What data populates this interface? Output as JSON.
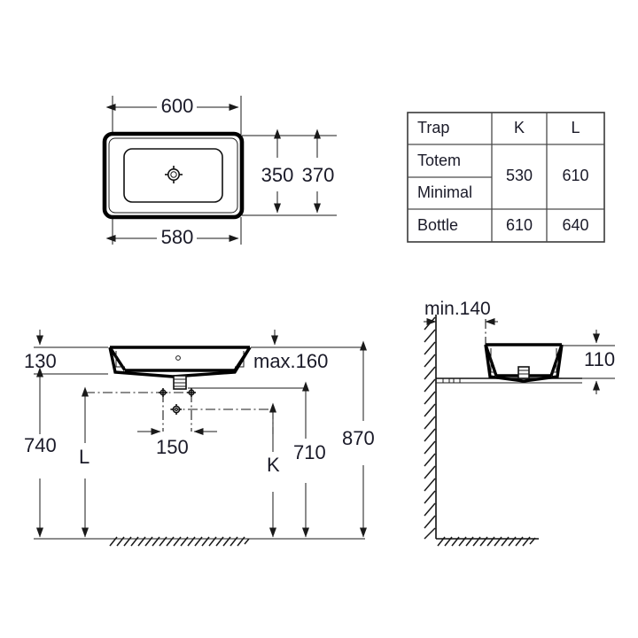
{
  "drawing": {
    "title": "Washbasin technical dimension drawing",
    "units": "mm",
    "line_color": "#1a1a1a",
    "text_color": "#1a1a28",
    "background": "#ffffff"
  },
  "top_view": {
    "name": "plan-view",
    "dim_width_outer": "600",
    "dim_width_inner": "580",
    "dim_depth_inner": "350",
    "dim_depth_outer": "370"
  },
  "trap_table": {
    "headers": [
      "Trap",
      "K",
      "L"
    ],
    "rows": [
      {
        "label": "Totem",
        "k": "530",
        "l": "610"
      },
      {
        "label": "Minimal",
        "k": "",
        "l": ""
      },
      {
        "label": "Bottle",
        "k": "610",
        "l": "640"
      }
    ],
    "merged_k": "530",
    "merged_l": "610",
    "bottle_k": "610",
    "bottle_l": "640"
  },
  "front_view": {
    "name": "front-elevation",
    "dim_rim_height": "130",
    "dim_counter_height": "740",
    "dim_max_projection": "max.160",
    "dim_spread": "150",
    "dim_trap_l": "L",
    "dim_trap_k": "K",
    "dim_supply": "710",
    "dim_overall_height": "870"
  },
  "side_view": {
    "name": "side-elevation",
    "dim_wall_offset": "min.140",
    "dim_basin_height": "110"
  }
}
